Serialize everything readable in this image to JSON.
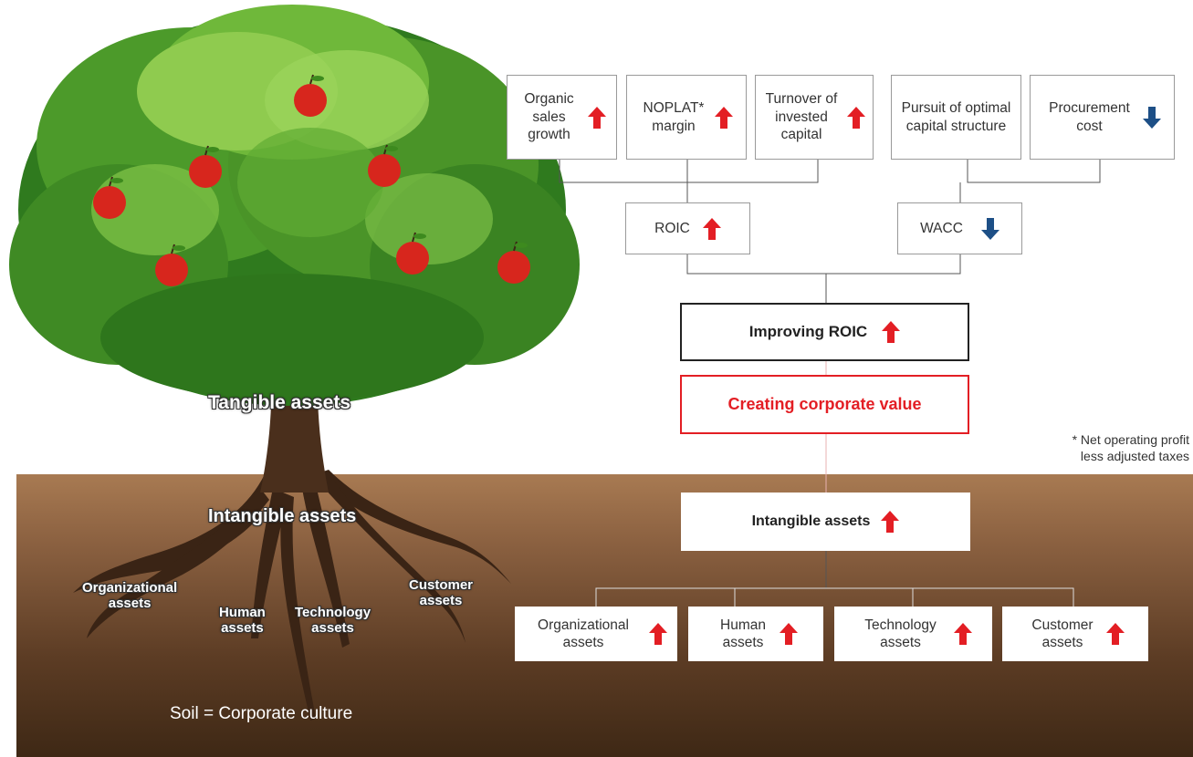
{
  "tree": {
    "tangible_label": "Tangible assets",
    "intangible_label": "Intangible assets",
    "roots": {
      "organizational": "Organizational\nassets",
      "human": "Human\nassets",
      "technology": "Technology\nassets",
      "customer": "Customer\nassets"
    },
    "soil_caption": "Soil = Corporate culture"
  },
  "drivers": {
    "organic_sales": {
      "label": "Organic sales growth",
      "arrow": "up"
    },
    "noplat": {
      "label": "NOPLAT* margin",
      "arrow": "up"
    },
    "turnover": {
      "label": "Turnover of invested capital",
      "arrow": "up"
    },
    "capital_structure": {
      "label": "Pursuit of optimal capital structure"
    },
    "procurement": {
      "label": "Procurement cost",
      "arrow": "down"
    }
  },
  "roic": {
    "label": "ROIC",
    "arrow": "up"
  },
  "wacc": {
    "label": "WACC",
    "arrow": "down"
  },
  "improving_roic": {
    "label": "Improving ROIC",
    "arrow": "up"
  },
  "corporate_value": {
    "label": "Creating corporate value"
  },
  "intangible_assets": {
    "label": "Intangible assets",
    "arrow": "up"
  },
  "asset_boxes": [
    {
      "label": "Organizational assets",
      "arrow": "up"
    },
    {
      "label": "Human assets",
      "arrow": "up"
    },
    {
      "label": "Technology assets",
      "arrow": "up"
    },
    {
      "label": "Customer assets",
      "arrow": "up"
    }
  ],
  "footnote": {
    "line1": "* Net operating profit",
    "line2": "less adjusted taxes"
  },
  "colors": {
    "up_arrow": "#e31e24",
    "down_arrow": "#1d4f86",
    "value_red": "#e31e24",
    "soil": "#7a5535"
  }
}
